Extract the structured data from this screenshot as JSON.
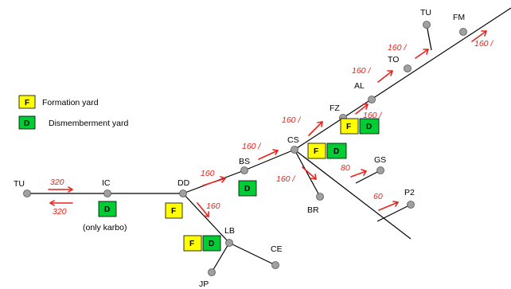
{
  "colors": {
    "line": "#000000",
    "node_fill": "#a0a0a0",
    "arrow": "#e8231a",
    "formation": "#ffff00",
    "dismemberment": "#00cc33"
  },
  "legend": {
    "formation_letter": "F",
    "formation_label": "Formation yard",
    "dismemberment_letter": "D",
    "dismemberment_label": "Dismemberment yard"
  },
  "stations": {
    "tu_left": "TU",
    "ic": "IC",
    "dd": "DD",
    "bs": "BS",
    "cs": "CS",
    "fz": "FZ",
    "al": "AL",
    "to": "TO",
    "tu_top": "TU",
    "fm": "FM",
    "gs": "GS",
    "p2": "P2",
    "br": "BR",
    "lb": "LB",
    "ce": "CE",
    "jp": "JP"
  },
  "speeds": {
    "tu_ic_top": "320",
    "tu_ic_bottom": "320",
    "dd_bs": "160",
    "dd_lb": "160",
    "bs_cs": "160 /",
    "cs_fz": "160 /",
    "fz_al": "160 /",
    "al_to": "160 /",
    "to_tu": "160 /",
    "fm_end": "160 /",
    "cs_br": "160 /",
    "gs": "80",
    "p2": "60"
  },
  "notes": {
    "ic_note": "(only karbo)"
  },
  "yards": {
    "f": "F",
    "d": "D"
  }
}
